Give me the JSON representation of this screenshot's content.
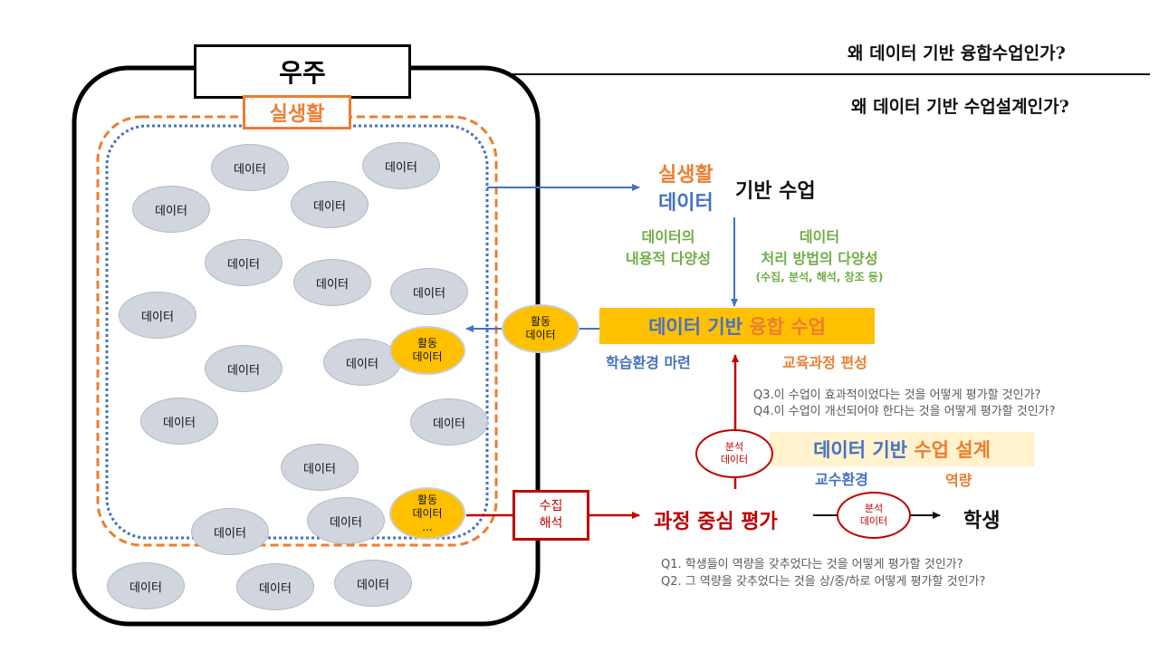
{
  "headings": {
    "q1": "왜 데이터 기반 융합수업인가?",
    "q2": "왜 데이터 기반 수업설계인가?"
  },
  "left": {
    "universe": "우주",
    "real_life": "실생활",
    "data_label": "데이터",
    "activity": {
      "line1": "활동",
      "line2": "데이터",
      "line3": "..."
    }
  },
  "right": {
    "top": {
      "real_life": "실생활",
      "data": "데이터",
      "suffix": "기반 수업"
    },
    "diversity_left": {
      "line1": "데이터의",
      "line2": "내용적 다양성"
    },
    "diversity_right": {
      "line1": "데이터",
      "line2": "처리 방법의 다양성",
      "line3": "(수집, 분석, 해석, 창조 등)"
    },
    "activity_circle": {
      "line1": "활동",
      "line2": "데이터"
    },
    "fusion_box": {
      "part1": "데이터 기반 ",
      "part2": "융합 수업"
    },
    "learning_env": "학습환경 마련",
    "curriculum": "교육과정 편성",
    "q3": "Q3.이 수업이 효과적이었다는 것을 어떻게 평가할 것인가?",
    "q4": "Q4.이 수업이 개선되어야 한다는 것을 어떻게 평가할 것인가?",
    "analysis_circle": {
      "line1": "분석",
      "line2": "데이터"
    },
    "design_box": {
      "part1": "데이터 기반 ",
      "part2": "수업 설계"
    },
    "teaching_env": "교수환경",
    "competency": "역량",
    "collect_box": {
      "line1": "수집",
      "line2": "해석"
    },
    "process_eval": "과정 중심 평가",
    "student": "학생",
    "q1": "Q1.  학생들이 역량을 갖추었다는 것을 어떻게 평가할 것인가?",
    "q2": "Q2.  그 역량을 갖추었다는 것을 상/중/하로 어떻게 평가할 것인가?"
  },
  "colors": {
    "orange": "#ed7d31",
    "blue": "#4472c4",
    "green": "#70ad47",
    "red": "#c00000",
    "gold": "#ffc000",
    "ellipse": "#d0d5de"
  }
}
